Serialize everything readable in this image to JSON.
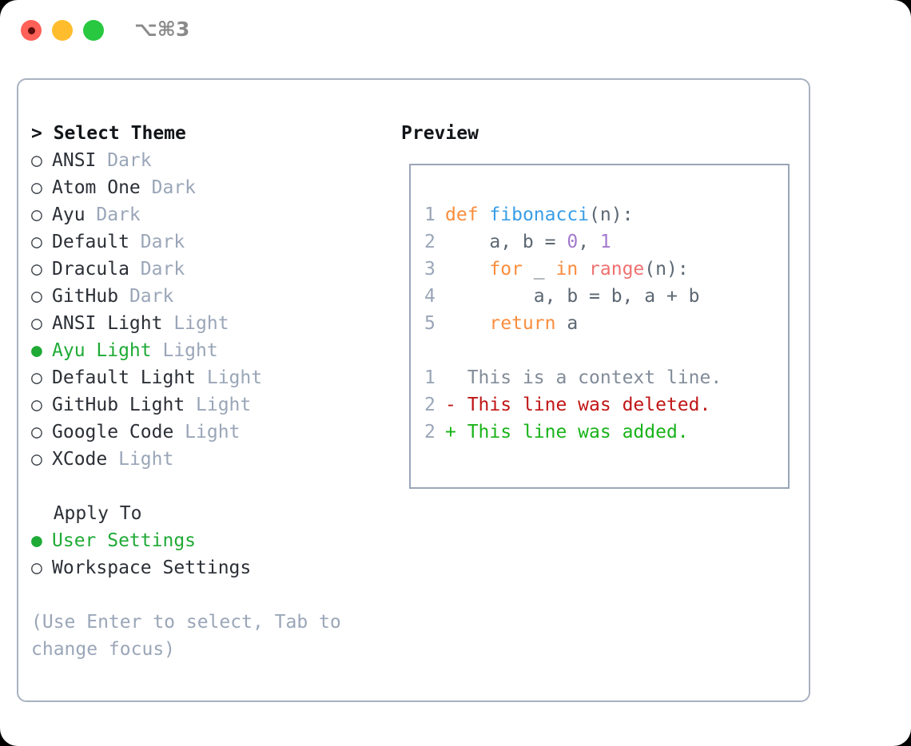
{
  "titlebar": {
    "dots": [
      "close-red",
      "minimize-yellow",
      "maximize-green"
    ],
    "shortcut": "⌥⌘3"
  },
  "left": {
    "header": "> Select Theme",
    "themes": [
      {
        "marker": "○",
        "name": "ANSI",
        "variant": "Dark",
        "selected": false
      },
      {
        "marker": "○",
        "name": "Atom One",
        "variant": "Dark",
        "selected": false
      },
      {
        "marker": "○",
        "name": "Ayu",
        "variant": "Dark",
        "selected": false
      },
      {
        "marker": "○",
        "name": "Default",
        "variant": "Dark",
        "selected": false
      },
      {
        "marker": "○",
        "name": "Dracula",
        "variant": "Dark",
        "selected": false
      },
      {
        "marker": "○",
        "name": "GitHub",
        "variant": "Dark",
        "selected": false
      },
      {
        "marker": "○",
        "name": "ANSI Light",
        "variant": "Light",
        "selected": false
      },
      {
        "marker": "●",
        "name": "Ayu Light",
        "variant": "Light",
        "selected": true
      },
      {
        "marker": "○",
        "name": "Default Light",
        "variant": "Light",
        "selected": false
      },
      {
        "marker": "○",
        "name": "GitHub Light",
        "variant": "Light",
        "selected": false
      },
      {
        "marker": "○",
        "name": "Google Code",
        "variant": "Light",
        "selected": false
      },
      {
        "marker": "○",
        "name": "XCode",
        "variant": "Light",
        "selected": false
      }
    ],
    "apply_header": "  Apply To",
    "apply_options": [
      {
        "marker": "●",
        "name": "User Settings",
        "selected": true
      },
      {
        "marker": "○",
        "name": "Workspace Settings",
        "selected": false
      }
    ],
    "hint": "(Use Enter to select, Tab to change focus)"
  },
  "right": {
    "title": "Preview",
    "code_lines": [
      {
        "num": "1",
        "tokens": [
          {
            "t": "def",
            "c": "kw"
          },
          {
            "t": " ",
            "c": "pl"
          },
          {
            "t": "fibonacci",
            "c": "fn"
          },
          {
            "t": "(n):",
            "c": "pl"
          }
        ]
      },
      {
        "num": "2",
        "tokens": [
          {
            "t": "    a, b = ",
            "c": "pl"
          },
          {
            "t": "0",
            "c": "num"
          },
          {
            "t": ", ",
            "c": "pl"
          },
          {
            "t": "1",
            "c": "num"
          }
        ]
      },
      {
        "num": "3",
        "tokens": [
          {
            "t": "    ",
            "c": "pl"
          },
          {
            "t": "for",
            "c": "kw"
          },
          {
            "t": " _ ",
            "c": "pl"
          },
          {
            "t": "in",
            "c": "kw"
          },
          {
            "t": " ",
            "c": "pl"
          },
          {
            "t": "range",
            "c": "bi"
          },
          {
            "t": "(n):",
            "c": "pl"
          }
        ]
      },
      {
        "num": "4",
        "tokens": [
          {
            "t": "        a, b = b, a + b",
            "c": "pl"
          }
        ]
      },
      {
        "num": "5",
        "tokens": [
          {
            "t": "    ",
            "c": "pl"
          },
          {
            "t": "return",
            "c": "kw"
          },
          {
            "t": " a",
            "c": "pl"
          }
        ]
      }
    ],
    "diff_lines": [
      {
        "num": "1",
        "sign": "  ",
        "text": "This is a context line.",
        "kind": "diff-ctx"
      },
      {
        "num": "2",
        "sign": "- ",
        "text": "This line was deleted.",
        "kind": "diff-del"
      },
      {
        "num": "2",
        "sign": "+ ",
        "text": "This line was added.",
        "kind": "diff-add"
      }
    ]
  },
  "colors": {
    "accent_green": "#1faa36",
    "muted": "#9aa6b8",
    "keyword": "#fa8d3e",
    "function": "#399ee6",
    "number": "#a37acc",
    "builtin": "#f07171",
    "diff_add": "#19b319",
    "diff_del": "#c01616",
    "border": "#a9b2c1"
  }
}
